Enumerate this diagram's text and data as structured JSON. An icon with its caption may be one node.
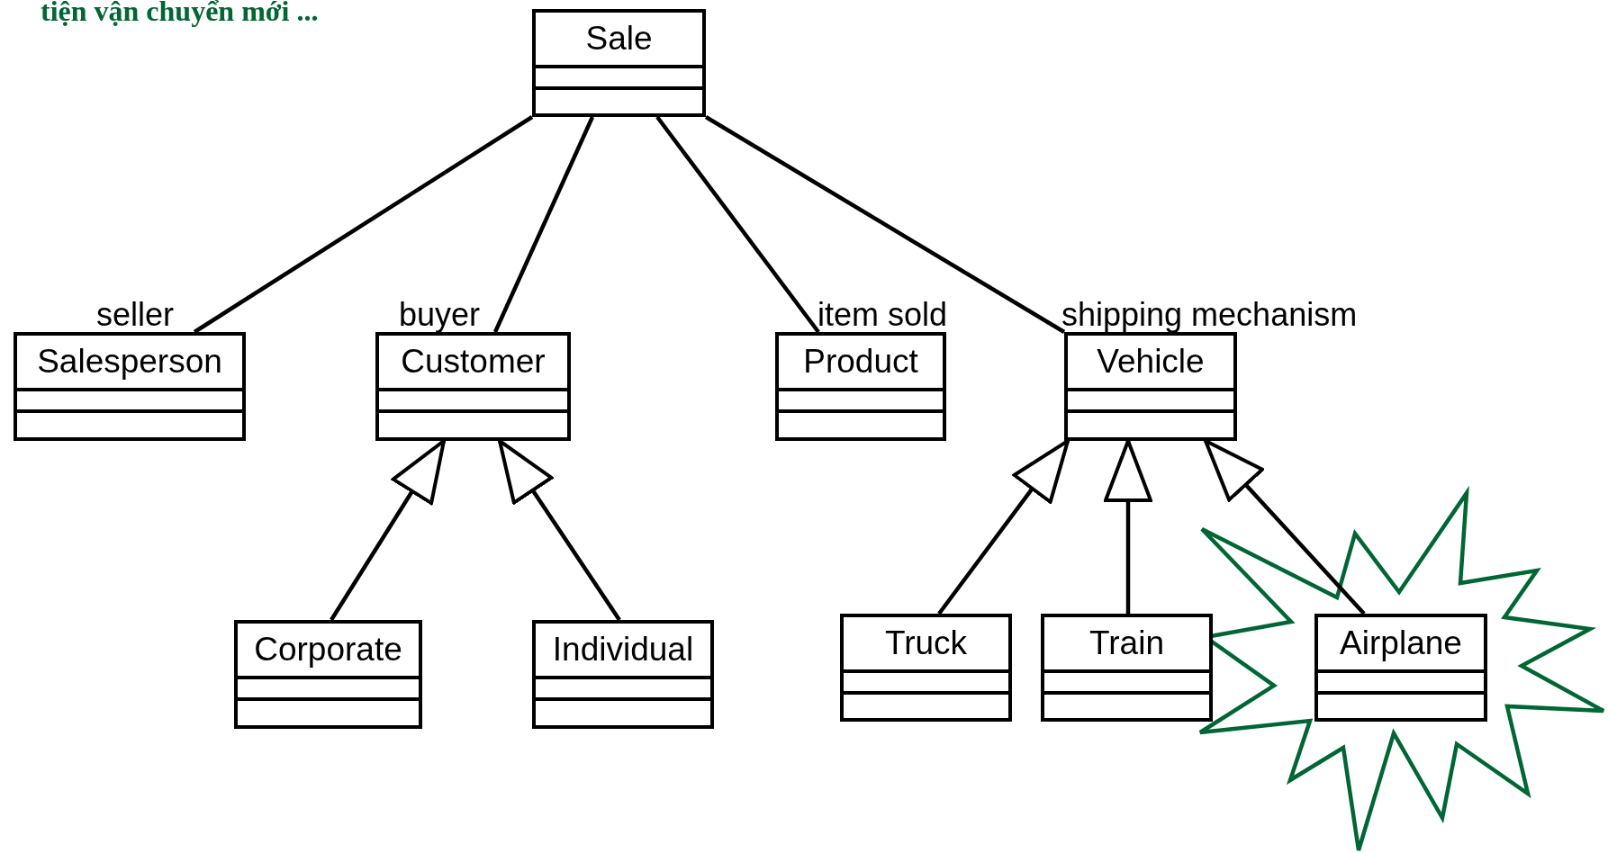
{
  "diagram": {
    "nodes": [
      {
        "text": [
          "Sale"
        ]
      },
      {
        "text": [
          "Salesperson"
        ]
      },
      {
        "text": [
          "Customer"
        ]
      },
      {
        "text": [
          "Product"
        ]
      },
      {
        "text": [
          "Vehicle"
        ]
      },
      {
        "text": [
          "Corporate"
        ]
      },
      {
        "text": [
          "Individual"
        ]
      },
      {
        "text": [
          "Truck"
        ]
      },
      {
        "text": [
          "Train"
        ]
      },
      {
        "text": [
          "Airplane"
        ]
      }
    ],
    "edges": [
      {
        "from": 0,
        "to": 1,
        "arrow": "none",
        "label": "seller"
      },
      {
        "from": 0,
        "to": 2,
        "arrow": "none",
        "label": "buyer"
      },
      {
        "from": 0,
        "to": 3,
        "arrow": "none",
        "label": "item sold"
      },
      {
        "from": 0,
        "to": 4,
        "arrow": "none",
        "label": "shipping mechanism"
      },
      {
        "from": 5,
        "to": 2,
        "arrow": "to"
      },
      {
        "from": 6,
        "to": 2,
        "arrow": "to"
      },
      {
        "from": 7,
        "to": 4,
        "arrow": "to"
      },
      {
        "from": 8,
        "to": 4,
        "arrow": "to"
      },
      {
        "from": 9,
        "to": 4,
        "arrow": "to"
      }
    ],
    "labels": [
      "tiện vận chuyển mới ..."
    ]
  }
}
